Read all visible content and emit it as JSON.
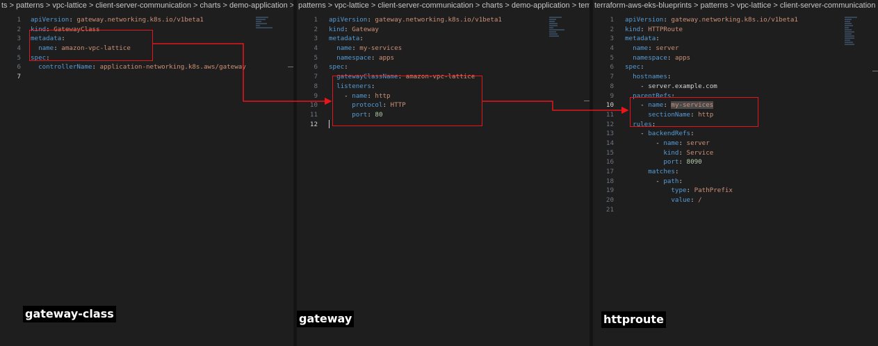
{
  "panes": [
    {
      "breadcrumb": "ts > patterns > vpc-lattice > client-server-communication > charts > demo-application > te",
      "label": "gateway-class",
      "active_line": 7,
      "lines": [
        {
          "n": "1",
          "t": "apiVersion: gateway.networking.k8s.io/v1beta1"
        },
        {
          "n": "2",
          "t": "kind: GatewayClass"
        },
        {
          "n": "3",
          "t": "metadata:"
        },
        {
          "n": "4",
          "t": "  name: amazon-vpc-lattice"
        },
        {
          "n": "5",
          "t": "spec:"
        },
        {
          "n": "6",
          "t": "  controllerName: application-networking.k8s.aws/gateway"
        },
        {
          "n": "7",
          "t": ""
        }
      ]
    },
    {
      "breadcrumb": "patterns > vpc-lattice > client-server-communication > charts > demo-application > temp",
      "label": "gateway",
      "active_line": 12,
      "lines": [
        {
          "n": "1",
          "t": "apiVersion: gateway.networking.k8s.io/v1beta1"
        },
        {
          "n": "2",
          "t": "kind: Gateway"
        },
        {
          "n": "3",
          "t": "metadata:"
        },
        {
          "n": "4",
          "t": "  name: my-services"
        },
        {
          "n": "5",
          "t": "  namespace: apps"
        },
        {
          "n": "6",
          "t": "spec:"
        },
        {
          "n": "7",
          "t": "  gatewayClassName: amazon-vpc-lattice"
        },
        {
          "n": "8",
          "t": "  listeners:"
        },
        {
          "n": "9",
          "t": "    - name: http"
        },
        {
          "n": "10",
          "t": "      protocol: HTTP"
        },
        {
          "n": "11",
          "t": "      port: 80"
        },
        {
          "n": "12",
          "t": ""
        }
      ]
    },
    {
      "breadcrumb": "terraform-aws-eks-blueprints > patterns > vpc-lattice > client-server-communication",
      "label": "httproute",
      "active_line": 10,
      "lines": [
        {
          "n": "1",
          "t": "apiVersion: gateway.networking.k8s.io/v1beta1"
        },
        {
          "n": "2",
          "t": "kind: HTTPRoute"
        },
        {
          "n": "3",
          "t": "metadata:"
        },
        {
          "n": "4",
          "t": "  name: server"
        },
        {
          "n": "5",
          "t": "  namespace: apps"
        },
        {
          "n": "6",
          "t": "spec:"
        },
        {
          "n": "7",
          "t": "  hostnames:"
        },
        {
          "n": "8",
          "t": "    - server.example.com"
        },
        {
          "n": "9",
          "t": "  parentRefs:"
        },
        {
          "n": "10",
          "t": "    - name: my-services"
        },
        {
          "n": "11",
          "t": "      sectionName: http"
        },
        {
          "n": "12",
          "t": "  rules:"
        },
        {
          "n": "13",
          "t": "    - backendRefs:"
        },
        {
          "n": "14",
          "t": "        - name: server"
        },
        {
          "n": "15",
          "t": "          kind: Service"
        },
        {
          "n": "16",
          "t": "          port: 8090"
        },
        {
          "n": "17",
          "t": "      matches:"
        },
        {
          "n": "18",
          "t": "        - path:"
        },
        {
          "n": "19",
          "t": "            type: PathPrefix"
        },
        {
          "n": "20",
          "t": "            value: /"
        },
        {
          "n": "21",
          "t": ""
        }
      ]
    }
  ],
  "colors": {
    "key": "#569cd6",
    "string": "#ce9178",
    "number": "#b5cea8",
    "highlight_box": "#e8151b",
    "editor_bg": "#1e1e1e"
  }
}
